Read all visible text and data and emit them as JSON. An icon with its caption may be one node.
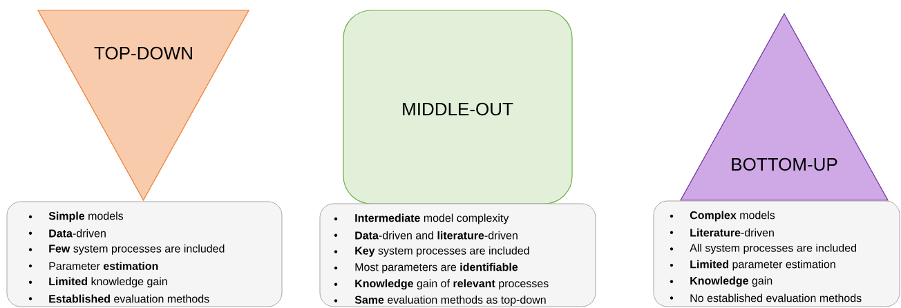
{
  "diagram": {
    "nodes": [
      {
        "text": [
          "TOP-DOWN"
        ]
      },
      {
        "text": [
          "**Simple** models",
          "**Data**-driven",
          "**Few** system processes are included",
          "Parameter **estimation**",
          "**Limited** knowledge gain",
          "**Established** evaluation methods"
        ]
      },
      {
        "text": [
          "MIDDLE-OUT"
        ]
      },
      {
        "text": [
          "**Intermediate** model complexity",
          "**Data**-driven and **literature**-driven",
          "**Key** system processes are included",
          "Most parameters are **identifiable**",
          "**Knowledge** gain of **relevant** processes",
          "**Same** evaluation methods as top-down"
        ]
      },
      {
        "text": [
          "BOTTOM-UP"
        ]
      },
      {
        "text": [
          "**Complex** models",
          "**Literature**-driven",
          "All system processes are included",
          "**Limited** parameter estimation",
          "**Knowledge** gain",
          "No established evaluation methods"
        ]
      }
    ]
  }
}
